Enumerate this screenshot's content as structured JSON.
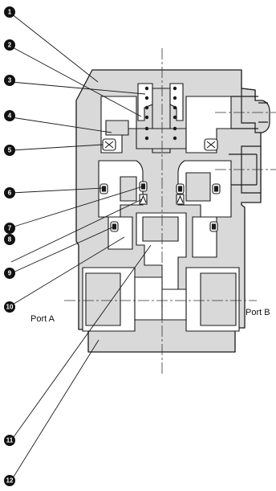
{
  "diagram": {
    "callouts": [
      {
        "number": "1"
      },
      {
        "number": "2"
      },
      {
        "number": "3"
      },
      {
        "number": "4"
      },
      {
        "number": "5"
      },
      {
        "number": "6"
      },
      {
        "number": "7"
      },
      {
        "number": "8"
      },
      {
        "number": "9"
      },
      {
        "number": "10"
      },
      {
        "number": "11"
      },
      {
        "number": "12"
      }
    ],
    "ports": {
      "port_a": "Port A",
      "port_b": "Port B"
    },
    "colors": {
      "body_fill": "#d9d9d9",
      "outline": "#1a1a1a",
      "callout_fill": "#111111",
      "centerline": "#333333"
    }
  }
}
